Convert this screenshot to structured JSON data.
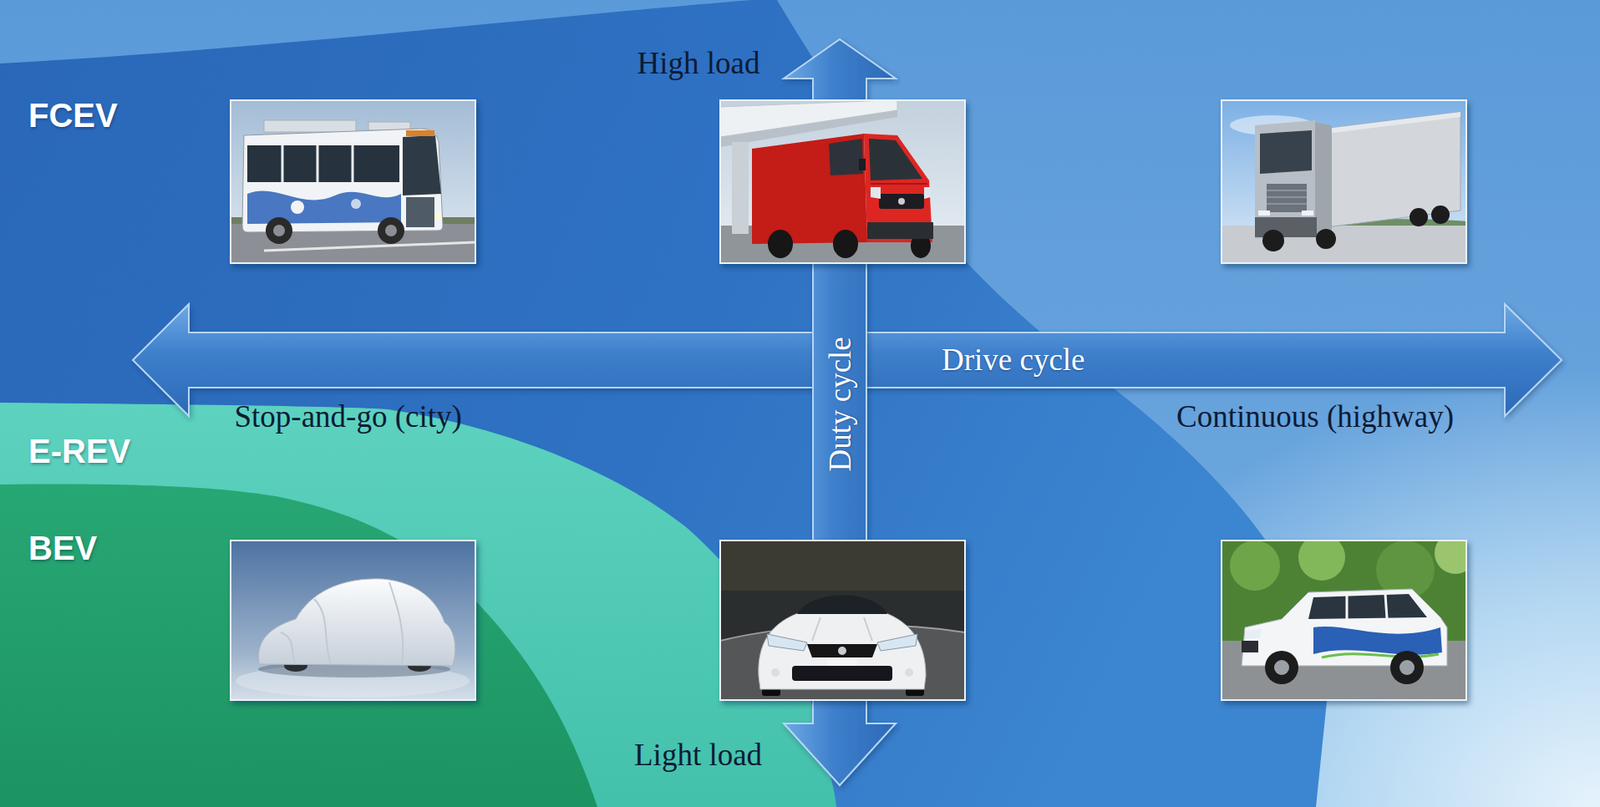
{
  "diagram": {
    "nodes": [
      {
        "text": [
          "FCEV"
        ]
      },
      {
        "text": [
          "E-REV"
        ],
        "in": 0
      },
      {
        "text": [
          "BEV"
        ],
        "in": 1
      }
    ],
    "labels": [
      "High load",
      "Stop-and-go (city)",
      "Drive cycle",
      "Duty cycle",
      "Continuous (highway)",
      "Light load"
    ]
  }
}
